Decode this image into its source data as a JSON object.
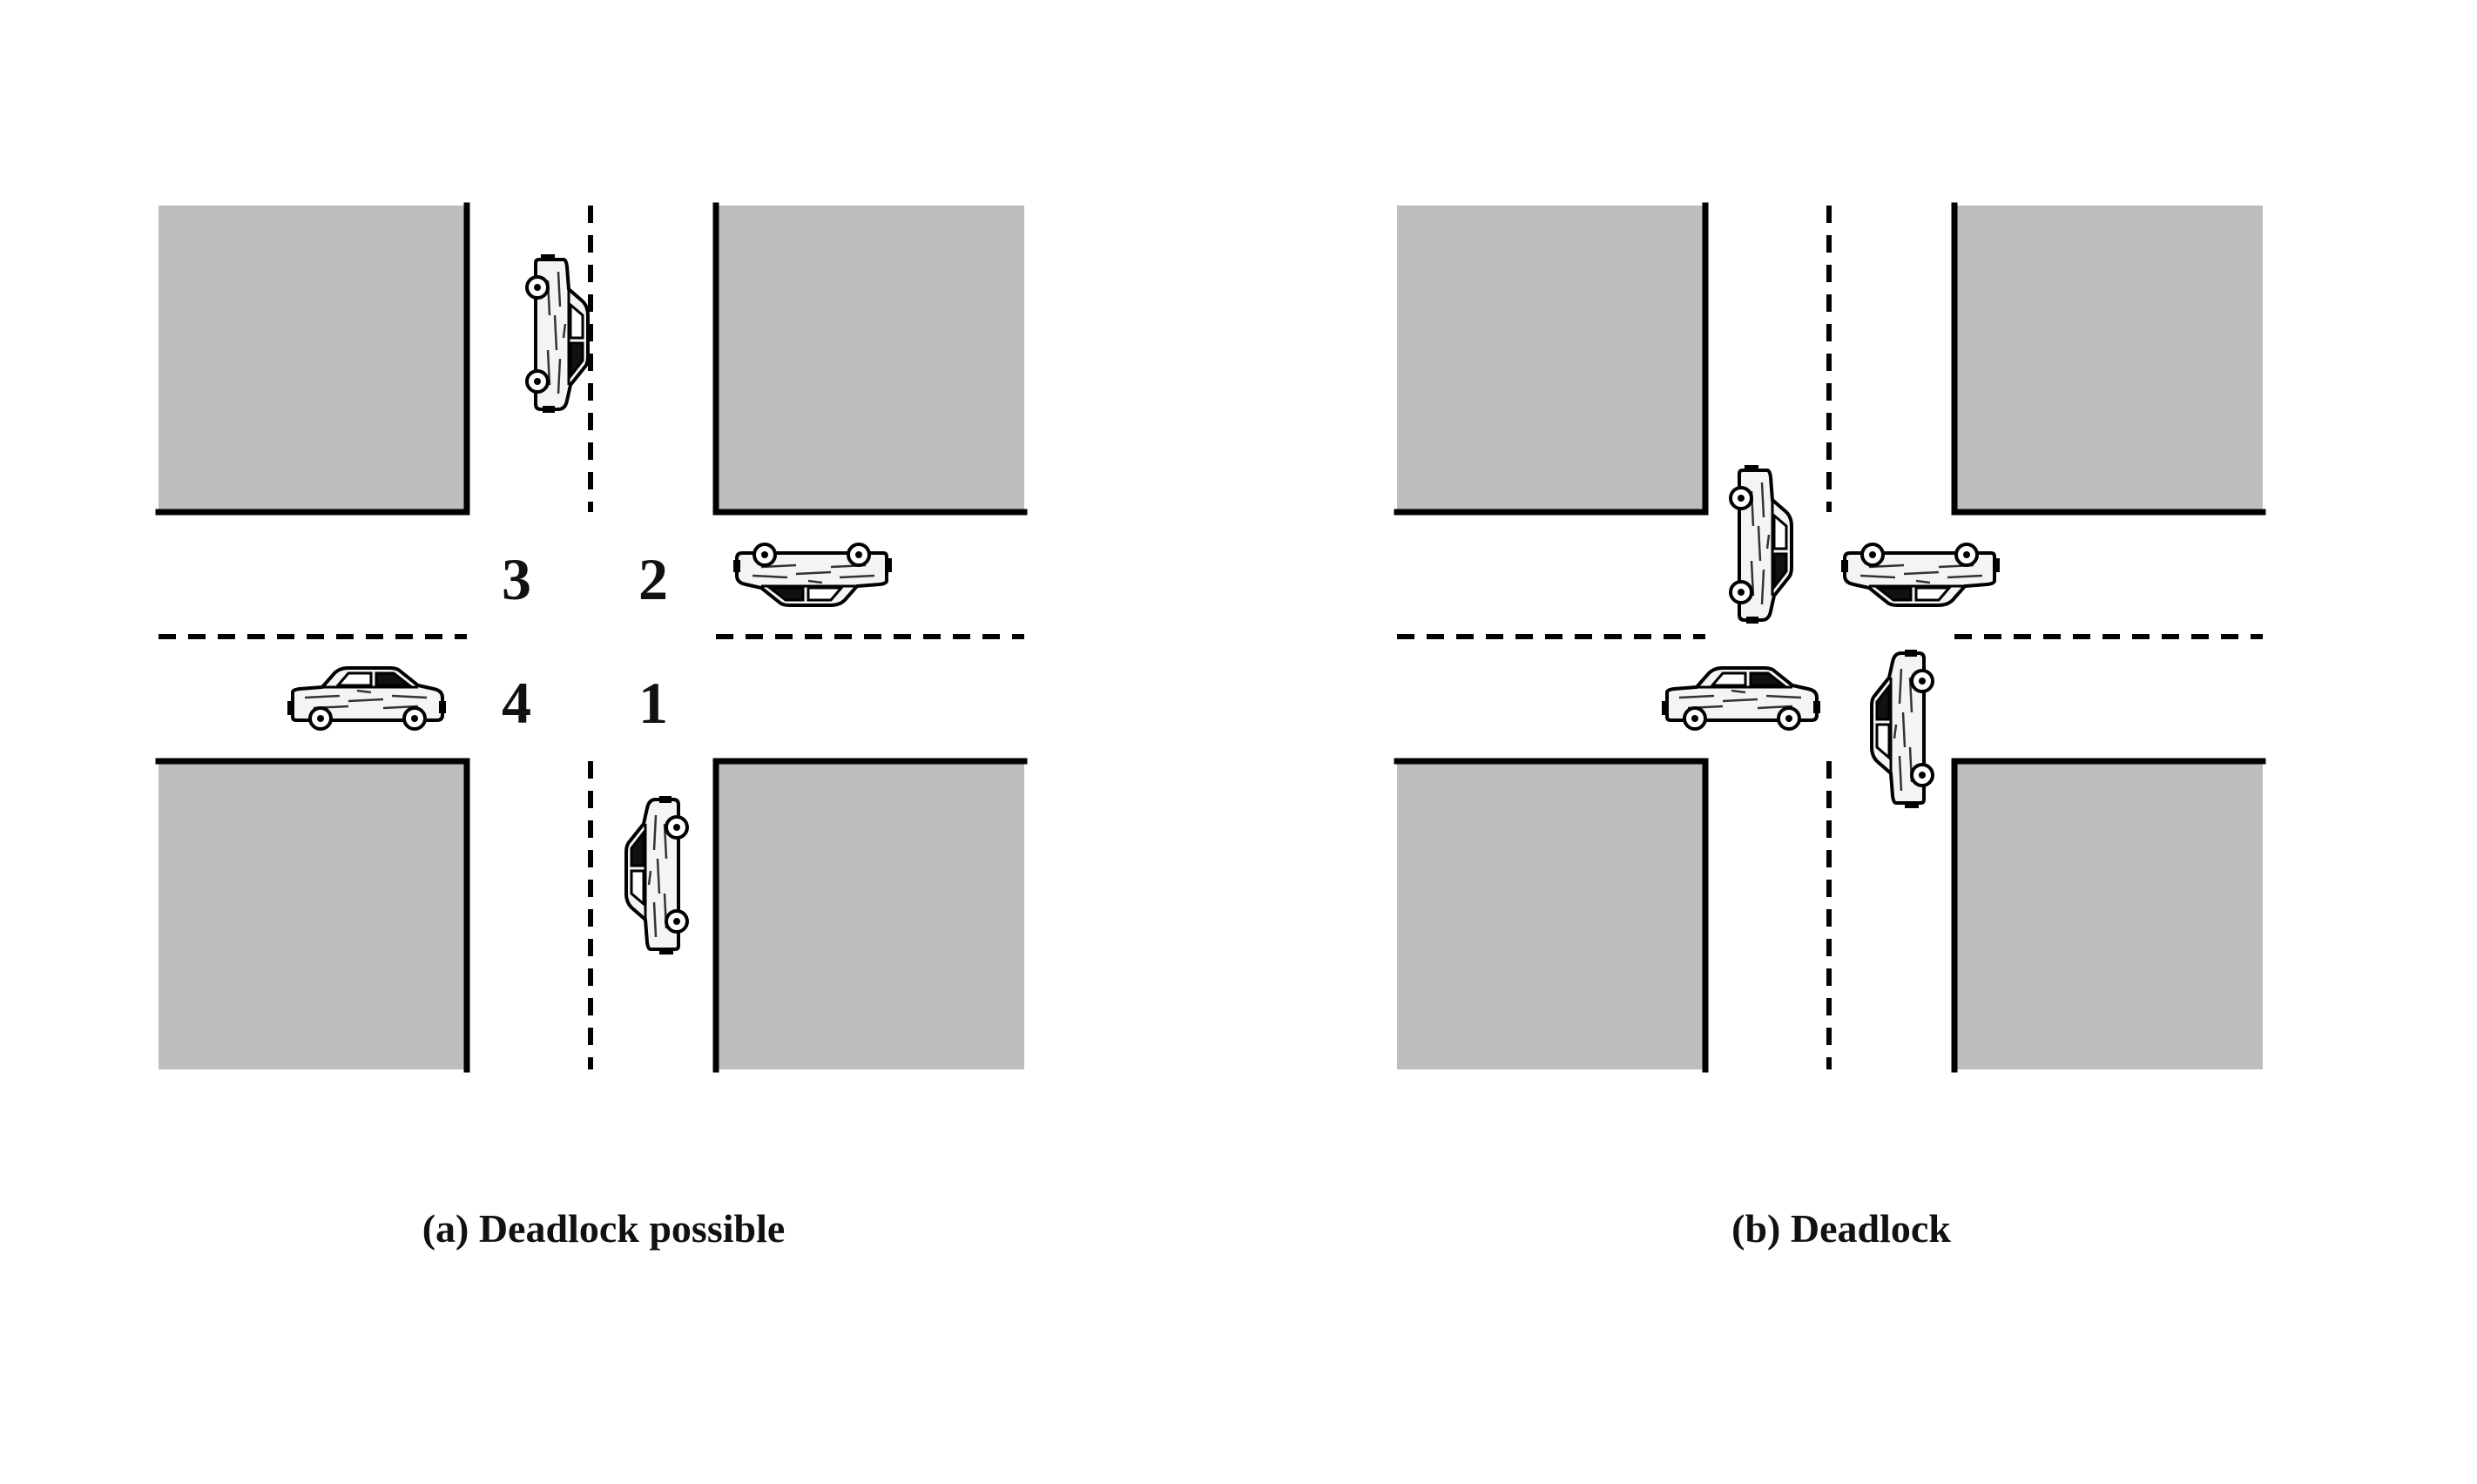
{
  "colors": {
    "block": "#bdbdbd",
    "line": "#000000",
    "background": "#ffffff"
  },
  "panels": [
    {
      "caption": "(a) Deadlock possible",
      "quadrant_labels": [
        "1",
        "2",
        "3",
        "4"
      ],
      "cars": [
        "car-1-northbound",
        "car-2-westbound",
        "car-3-southbound",
        "car-4-eastbound"
      ]
    },
    {
      "caption": "(b) Deadlock",
      "quadrant_labels": [],
      "cars": [
        "car-1-northbound",
        "car-2-westbound",
        "car-3-southbound",
        "car-4-eastbound"
      ]
    }
  ]
}
